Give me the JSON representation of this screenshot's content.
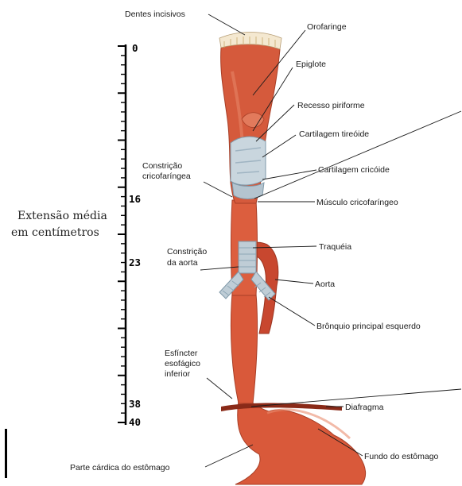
{
  "scale": {
    "caption_line1": "Extensão média",
    "caption_line2": "em centímetros",
    "ticks": [
      "0",
      "16",
      "23",
      "38",
      "40"
    ]
  },
  "labels": {
    "dentes_incisivos": "Dentes incisivos",
    "orofaringe": "Orofaringe",
    "epiglote": "Epiglote",
    "recesso_piriforme": "Recesso piriforme",
    "cartilagem_tireoide": "Cartilagem tireóide",
    "constricao_cricofaringea_1": "Constrição",
    "constricao_cricofaringea_2": "cricofaríngea",
    "cartilagem_cricoide": "Cartilagem cricóide",
    "musculo_cricofaringeo": "Músculo cricofaríngeo",
    "constricao_aorta_1": "Constrição",
    "constricao_aorta_2": "da aorta",
    "traqueia": "Traquéia",
    "aorta": "Aorta",
    "bronquio": "Brônquio principal esquerdo",
    "esfincter_1": "Esfíncter",
    "esfincter_2": "esofágico",
    "esfincter_3": "inferior",
    "diafragma": "Diafragma",
    "parte_cardica": "Parte cárdica do estômago",
    "fundo_estomago": "Fundo do estômago"
  },
  "colors": {
    "tissue": "#d9593a",
    "tissue_dark": "#b8432a",
    "cartilage": "#c9d6de",
    "aorta": "#c8472f"
  }
}
